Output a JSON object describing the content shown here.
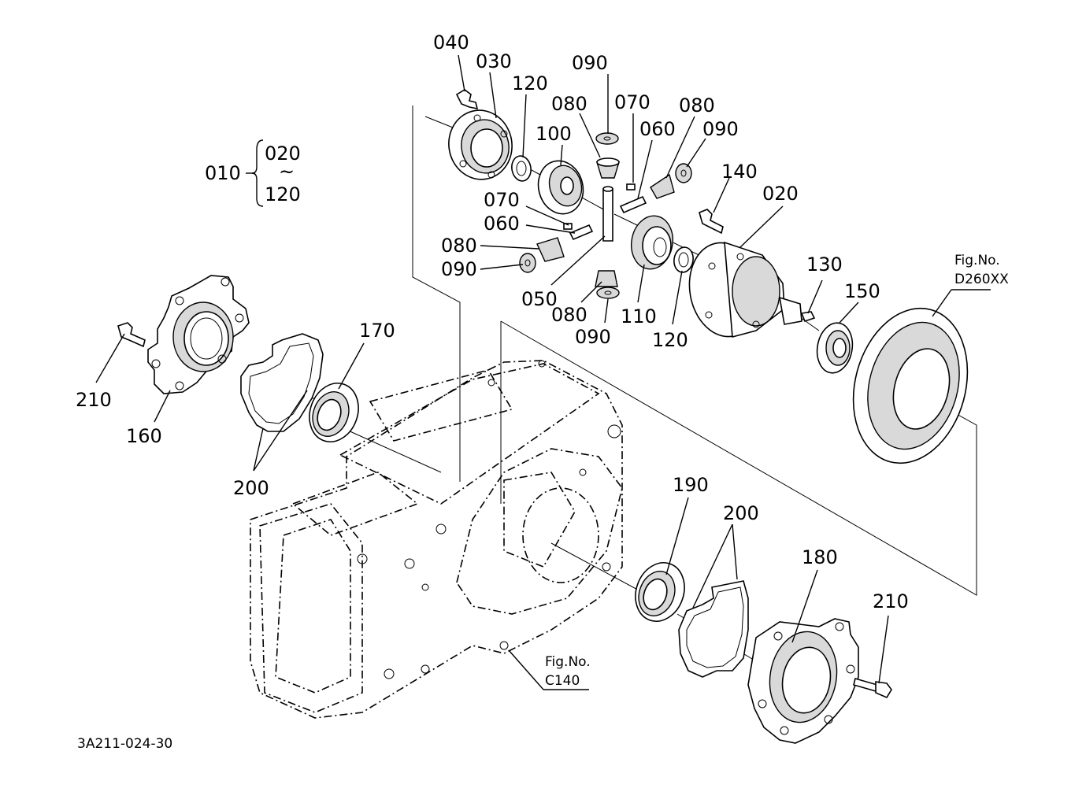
{
  "group_bracket": {
    "parent": "010",
    "range_start": "020",
    "range_sep": "~",
    "range_end": "120"
  },
  "callouts": [
    {
      "id": "c040a",
      "text": "040"
    },
    {
      "id": "c030",
      "text": "030"
    },
    {
      "id": "c120a",
      "text": "120"
    },
    {
      "id": "c090a",
      "text": "090"
    },
    {
      "id": "c080a",
      "text": "080"
    },
    {
      "id": "c070a",
      "text": "070"
    },
    {
      "id": "c100",
      "text": "100"
    },
    {
      "id": "c060a",
      "text": "060"
    },
    {
      "id": "c080b",
      "text": "080"
    },
    {
      "id": "c090b",
      "text": "090"
    },
    {
      "id": "c140",
      "text": "140"
    },
    {
      "id": "c020",
      "text": "020"
    },
    {
      "id": "c070b",
      "text": "070"
    },
    {
      "id": "c060b",
      "text": "060"
    },
    {
      "id": "c080c",
      "text": "080"
    },
    {
      "id": "c090c",
      "text": "090"
    },
    {
      "id": "c050",
      "text": "050"
    },
    {
      "id": "c080d",
      "text": "080"
    },
    {
      "id": "c090d",
      "text": "090"
    },
    {
      "id": "c110",
      "text": "110"
    },
    {
      "id": "c120b",
      "text": "120"
    },
    {
      "id": "c130",
      "text": "130"
    },
    {
      "id": "c150",
      "text": "150"
    },
    {
      "id": "c170",
      "text": "170"
    },
    {
      "id": "c210a",
      "text": "210"
    },
    {
      "id": "c160",
      "text": "160"
    },
    {
      "id": "c200a",
      "text": "200"
    },
    {
      "id": "c190",
      "text": "190"
    },
    {
      "id": "c200b",
      "text": "200"
    },
    {
      "id": "c180",
      "text": "180"
    },
    {
      "id": "c210b",
      "text": "210"
    }
  ],
  "figure_refs": {
    "top_right": {
      "line1": "Fig.No.",
      "line2": "D260XX"
    },
    "bottom": {
      "line1": "Fig.No.",
      "line2": "C140"
    }
  },
  "drawing_code": "3A211-024-30"
}
